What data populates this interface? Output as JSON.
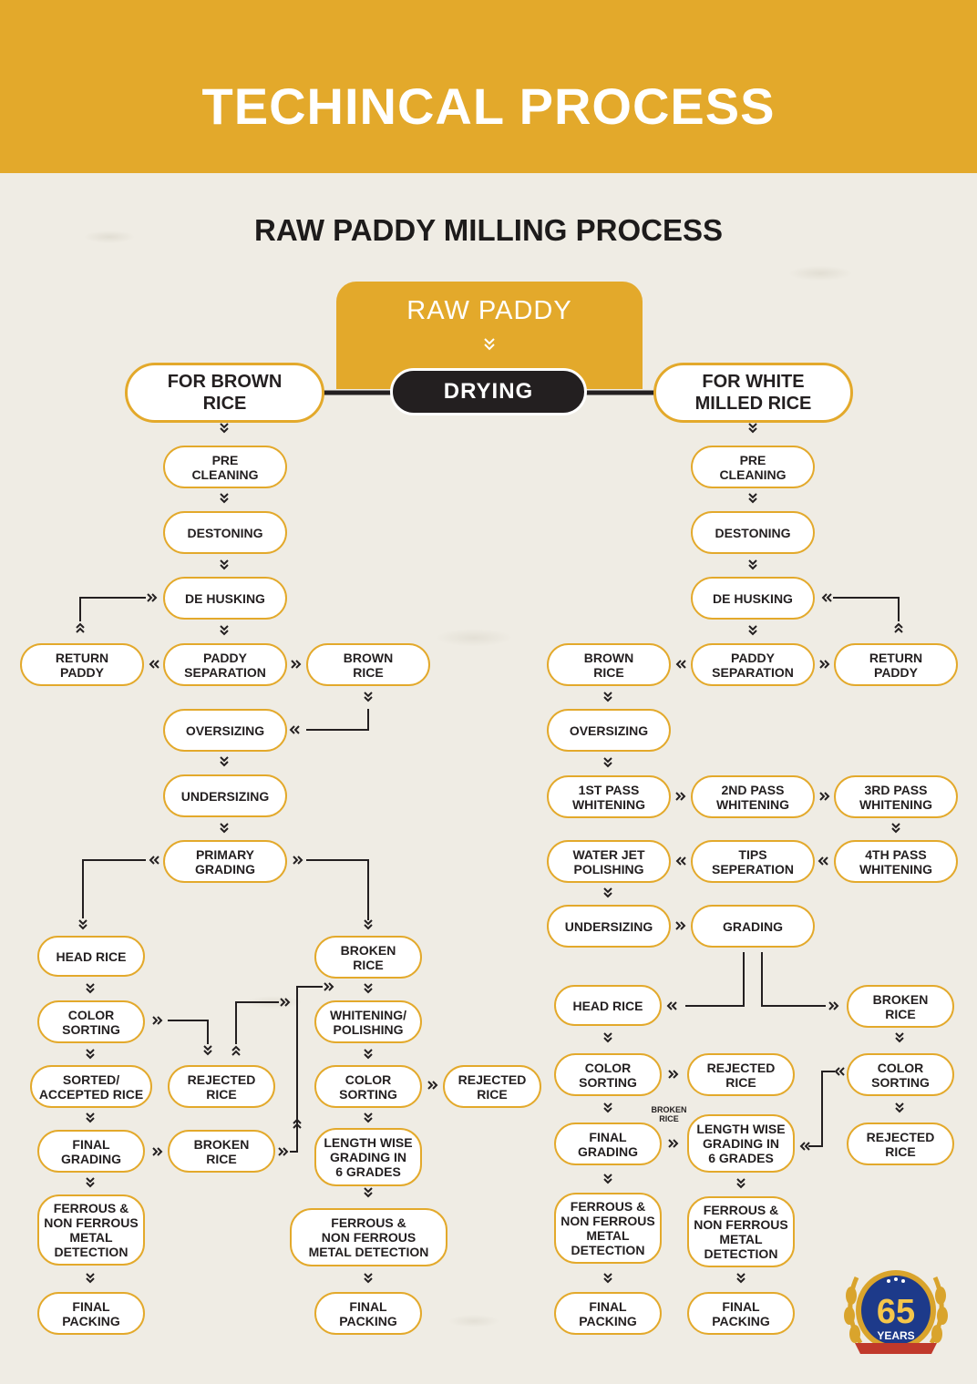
{
  "header": {
    "title": "TECHINCAL PROCESS"
  },
  "subtitle": "RAW PADDY MILLING PROCESS",
  "top": {
    "raw_paddy": "RAW PADDY",
    "drying": "DRYING"
  },
  "branches": {
    "brown": "FOR BROWN\nRICE",
    "white": "FOR WHITE\nMILLED RICE"
  },
  "brown_steps": {
    "pre_cleaning": "PRE\nCLEANING",
    "destoning": "DESTONING",
    "de_husking": "DE HUSKING",
    "return_paddy": "RETURN\nPADDY",
    "paddy_separation": "PADDY\nSEPARATION",
    "brown_rice": "BROWN\nRICE",
    "oversizing": "OVERSIZING",
    "undersizing": "UNDERSIZING",
    "primary_grading": "PRIMARY\nGRADING",
    "head_rice": "HEAD RICE",
    "color_sorting": "COLOR\nSORTING",
    "sorted_accepted": "SORTED/\nACCEPTED RICE",
    "final_grading": "FINAL\nGRADING",
    "ferrous": "FERROUS &\nNON FERROUS\nMETAL\nDETECTION",
    "final_packing": "FINAL\nPACKING",
    "rejected_rice": "REJECTED\nRICE",
    "broken_rice_mid": "BROKEN\nRICE",
    "broken_rice": "BROKEN\nRICE",
    "whitening_polishing": "WHITENING/\nPOLISHING",
    "color_sorting_2": "COLOR\nSORTING",
    "rejected_rice_2": "REJECTED\nRICE",
    "length_wise": "LENGTH WISE\nGRADING IN\n6 GRADES",
    "ferrous_2": "FERROUS &\nNON FERROUS\nMETAL DETECTION",
    "final_packing_2": "FINAL\nPACKING"
  },
  "white_steps": {
    "pre_cleaning": "PRE\nCLEANING",
    "destoning": "DESTONING",
    "de_husking": "DE HUSKING",
    "brown_rice": "BROWN\nRICE",
    "paddy_separation": "PADDY\nSEPARATION",
    "return_paddy": "RETURN\nPADDY",
    "oversizing": "OVERSIZING",
    "pass1": "1ST PASS\nWHITENING",
    "pass2": "2ND PASS\nWHITENING",
    "pass3": "3RD PASS\nWHITENING",
    "water_jet": "WATER JET\nPOLISHING",
    "tips": "TIPS\nSEPERATION",
    "pass4": "4TH PASS\nWHITENING",
    "undersizing": "UNDERSIZING",
    "grading": "GRADING",
    "head_rice": "HEAD RICE",
    "broken_rice": "BROKEN\nRICE",
    "color_sorting": "COLOR\nSORTING",
    "rejected_rice": "REJECTED\nRICE",
    "color_sorting_2": "COLOR\nSORTING",
    "final_grading": "FINAL\nGRADING",
    "broken_rice_small": "BROKEN\nRICE",
    "length_wise": "LENGTH WISE\nGRADING IN\n6 GRADES",
    "rejected_rice_2": "REJECTED\nRICE",
    "ferrous": "FERROUS &\nNON FERROUS\nMETAL\nDETECTION",
    "ferrous_2": "FERROUS &\nNON FERROUS\nMETAL\nDETECTION",
    "final_packing": "FINAL\nPACKING",
    "final_packing_2": "FINAL\nPACKING"
  },
  "badge": {
    "number": "65",
    "text": "YEARS"
  },
  "colors": {
    "accent": "#e3a92b",
    "dark": "#231f20"
  }
}
